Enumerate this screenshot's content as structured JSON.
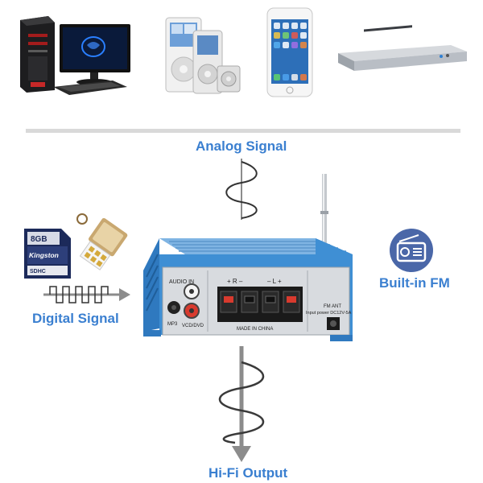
{
  "labels": {
    "analog": "Analog Signal",
    "digital": "Digital Signal",
    "fm": "Built-in FM",
    "output": "Hi-Fi Output"
  },
  "sd_card": {
    "text_top": "8GB",
    "brand": "Kingston",
    "text_bottom": "SDHC"
  },
  "amplifier": {
    "audio_in": "AUDIO IN",
    "mp3": "MP3",
    "vcd_dvd": "VCD/DVD",
    "right": "+ R –",
    "left": "– L +",
    "made_in": "MADE IN CHINA",
    "fm_ant": "FM ANT",
    "input_power": "Input power DC12V-5A"
  },
  "colors": {
    "label_blue": "#3a7fd0",
    "amp_blue": "#3f8fd4",
    "panel_silver": "#d8dbdf",
    "arrow_gray": "#8c8c8c",
    "fm_circle": "#4a67a8",
    "speaker_red": "#d83a2e"
  },
  "icons": [
    "computer-icon",
    "ipod-icon",
    "smartphone-icon",
    "dvd-player-icon",
    "sd-card-icon",
    "usb-drive-icon",
    "radio-icon"
  ]
}
